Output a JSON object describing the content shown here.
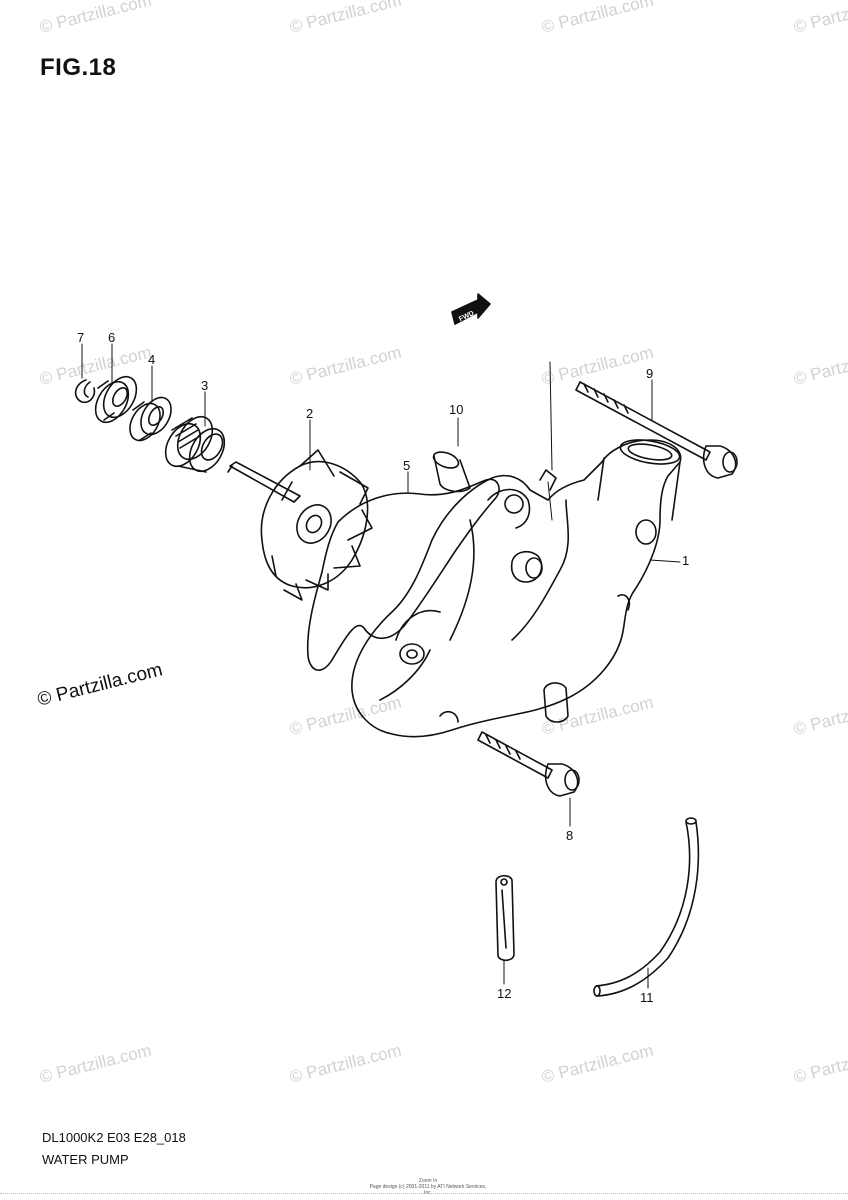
{
  "figure": {
    "title": "FIG.18",
    "model_code": "DL1000K2 E03 E28_018",
    "subtitle": "WATER PUMP"
  },
  "watermark": {
    "text": "© Partzilla.com"
  },
  "fwd_label": "FWD",
  "callouts": {
    "c1": "1",
    "c2": "2",
    "c3": "3",
    "c4": "4",
    "c5": "5",
    "c6": "6",
    "c7": "7",
    "c8": "8",
    "c9": "9",
    "c10": "10",
    "c11": "11",
    "c12": "12"
  },
  "footer": {
    "line1": "Zoom !n",
    "line2": "Page design (c) 2001-2011 by ATI Network Services, Inc."
  }
}
